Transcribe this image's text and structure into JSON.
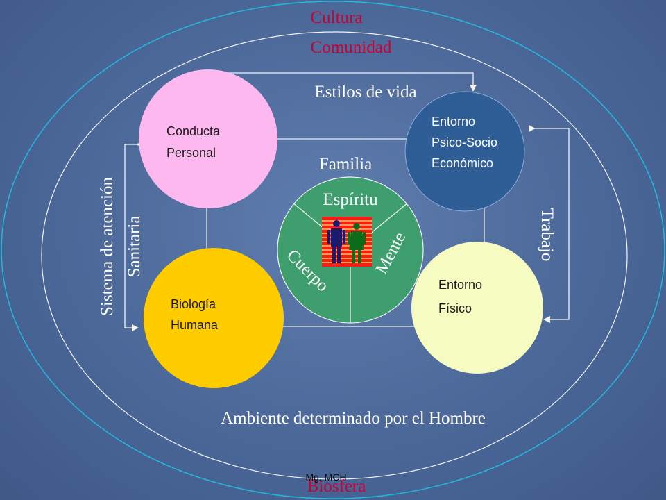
{
  "outer_labels": {
    "cultura": "Cultura",
    "comunidad": "Comunidad",
    "biosfera": "Biosfera",
    "footer": "Mg. MCH"
  },
  "arrows": {
    "top": "Estilos de vida",
    "left_line1": "Sistema de atención",
    "left_line2": "Sanitaria",
    "right": "Trabajo",
    "bottom": "Ambiente determinado por el Hombre"
  },
  "center": {
    "familia": "Familia",
    "espiritu": "Espíritu",
    "cuerpo": "Cuerpo",
    "mente": "Mente"
  },
  "circles": {
    "conducta": {
      "line1": "Conducta",
      "line2": "Personal",
      "color": "#fdb9ef"
    },
    "entorno_psico": {
      "line1": "Entorno",
      "line2": "Psico-Socio",
      "line3": "Económico",
      "color": "#2f5e97"
    },
    "biologia": {
      "line1": "Biología",
      "line2": "Humana",
      "color": "#ffcc00"
    },
    "entorno_fisico": {
      "line1": "Entorno",
      "line2": "Físico",
      "color": "#f6fbc2"
    }
  },
  "colors": {
    "title_red": "#cc0033",
    "center_circle": "#3e9e6e",
    "lines": "#f4f4f4",
    "ellipse": "#22b8e0"
  }
}
